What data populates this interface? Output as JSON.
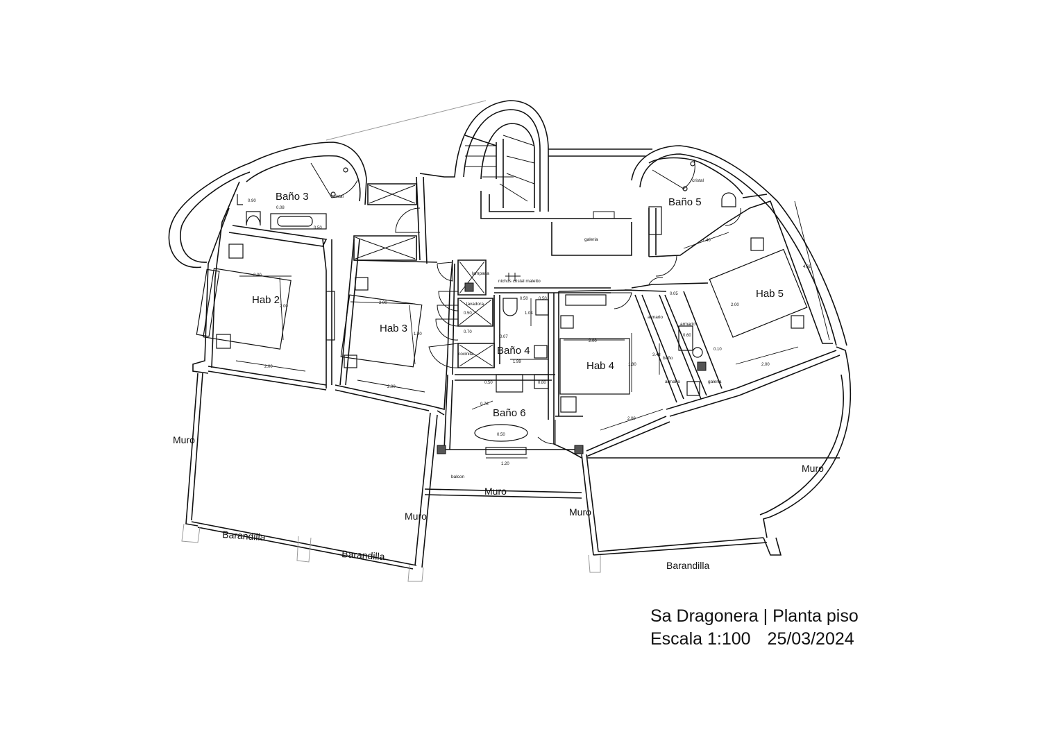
{
  "title": {
    "project": "Sa Dragonera",
    "separator": "|",
    "sheet": "Planta piso",
    "scale": "Escala 1:100",
    "date": "25/03/2024"
  },
  "rooms": {
    "bano3": "Baño 3",
    "bano5": "Baño 5",
    "hab2": "Hab 2",
    "hab3": "Hab 3",
    "hab4": "Hab 4",
    "hab5": "Hab 5",
    "bano4": "Baño 4",
    "bano6": "Baño 6"
  },
  "labels": {
    "muro": "Muro",
    "barandilla": "Barandilla",
    "cristal": "cristal",
    "galeria": "galeria",
    "lamparia": "lamparia",
    "nichos": "nichos cristal maletto",
    "lavadora": "lavadora",
    "armario": "armario",
    "bano": "baño",
    "galeria2": "galeria",
    "balcon": "balcon",
    "cocinita": "cocinita"
  },
  "dimensions": {
    "d200": "2.00",
    "d180": "1.80",
    "d140": "1.40",
    "d468": "4.68",
    "d343": "3.43",
    "d120": "1.20",
    "d050": "0.50",
    "d080": "0.80",
    "d008": "0.08",
    "d090": "0.90",
    "d070": "0.70",
    "d076": "0.76",
    "d104": "1.04",
    "d007": "0.07",
    "d010": "0.10",
    "d199": "1.99",
    "d060": "0.60",
    "d005": "0.05"
  }
}
